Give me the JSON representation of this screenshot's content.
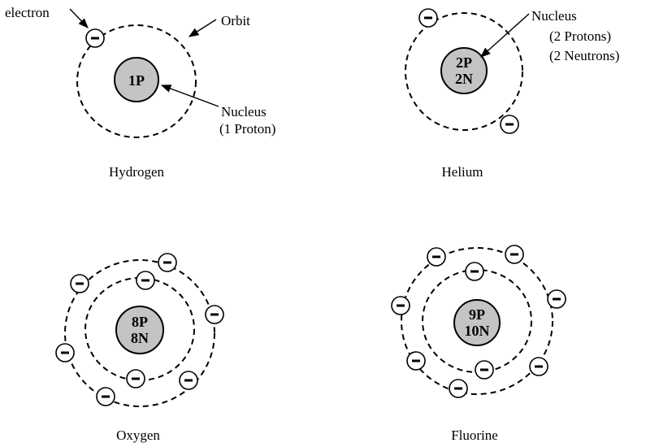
{
  "atoms": [
    {
      "name": "Hydrogen",
      "nucleus_lines": [
        "1P"
      ],
      "orbits": [
        {
          "electrons": 1
        }
      ]
    },
    {
      "name": "Helium",
      "nucleus_lines": [
        "2P",
        "2N"
      ],
      "orbits": [
        {
          "electrons": 2
        }
      ]
    },
    {
      "name": "Oxygen",
      "nucleus_lines": [
        "8P",
        "8N"
      ],
      "orbits": [
        {
          "electrons": 2
        },
        {
          "electrons": 6
        }
      ]
    },
    {
      "name": "Fluorine",
      "nucleus_lines": [
        "9P",
        "10N"
      ],
      "orbits": [
        {
          "electrons": 2
        },
        {
          "electrons": 7
        }
      ]
    }
  ],
  "annotations": {
    "electron": "electron",
    "orbit": "Orbit",
    "hydrogen_nucleus": [
      "Nucleus",
      "(1 Proton)"
    ],
    "helium_nucleus": [
      "Nucleus",
      "(2 Protons)",
      "(2 Neutrons)"
    ]
  }
}
